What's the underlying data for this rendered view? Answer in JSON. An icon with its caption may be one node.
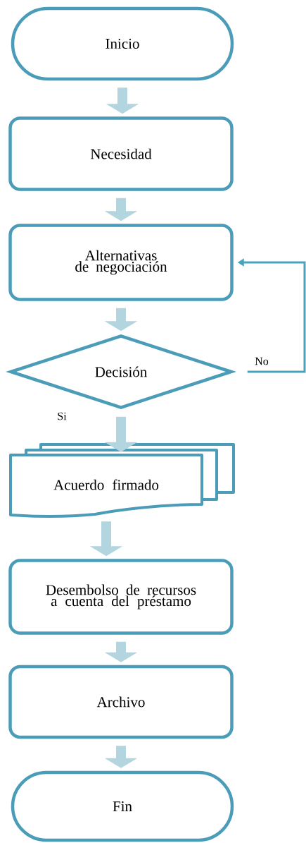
{
  "diagram": {
    "nodes": [
      {
        "text": [
          "Inicio"
        ]
      },
      {
        "text": [
          "Necesidad"
        ]
      },
      {
        "text": [
          "Alternativas de negociación"
        ]
      },
      {
        "text": [
          "Decisión"
        ]
      },
      {
        "text": [
          "Acuerdo firmado"
        ]
      },
      {
        "text": [
          "Desembolso de recursos a cuenta del préstamo"
        ]
      },
      {
        "text": [
          "Archivo"
        ]
      },
      {
        "text": [
          "Fin"
        ]
      }
    ],
    "edges": [
      {
        "from": 0,
        "to": 1,
        "arrow": "to"
      },
      {
        "from": 1,
        "to": 2,
        "arrow": "to"
      },
      {
        "from": 2,
        "to": 3,
        "arrow": "to"
      },
      {
        "from": 3,
        "to": 4,
        "arrow": "to",
        "label": "Si"
      },
      {
        "from": 4,
        "to": 5,
        "arrow": "to"
      },
      {
        "from": 5,
        "to": 6,
        "arrow": "to"
      },
      {
        "from": 6,
        "to": 7,
        "arrow": "to"
      },
      {
        "from": 3,
        "to": 2,
        "arrow": "to",
        "label": "No",
        "color": "#4aa3bd"
      }
    ]
  }
}
